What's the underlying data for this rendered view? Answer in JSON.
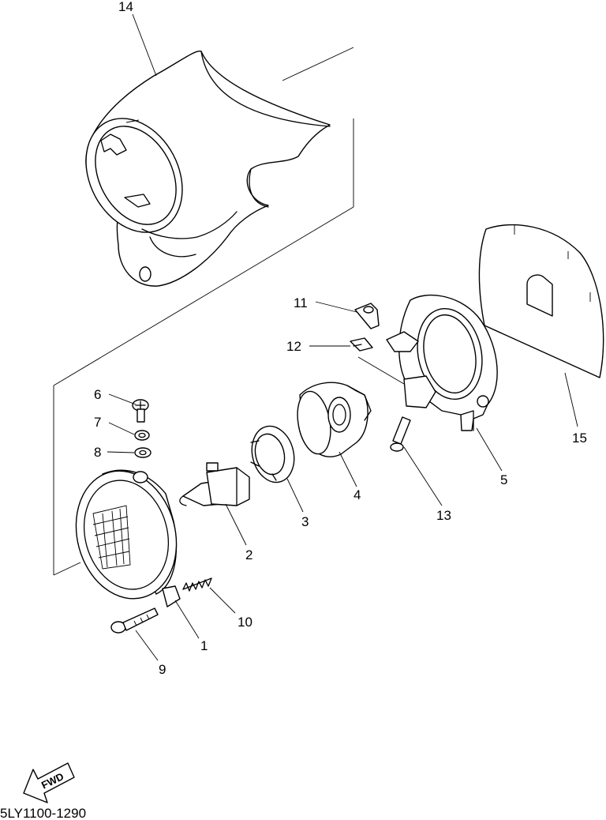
{
  "diagram": {
    "callouts": [
      {
        "id": "c14",
        "number": "14"
      },
      {
        "id": "c11",
        "number": "11"
      },
      {
        "id": "c12",
        "number": "12"
      },
      {
        "id": "c6",
        "number": "6"
      },
      {
        "id": "c7",
        "number": "7"
      },
      {
        "id": "c8",
        "number": "8"
      },
      {
        "id": "c2",
        "number": "2"
      },
      {
        "id": "c3",
        "number": "3"
      },
      {
        "id": "c4",
        "number": "4"
      },
      {
        "id": "c13",
        "number": "13"
      },
      {
        "id": "c5",
        "number": "5"
      },
      {
        "id": "c15",
        "number": "15"
      },
      {
        "id": "c10",
        "number": "10"
      },
      {
        "id": "c1",
        "number": "1"
      },
      {
        "id": "c9",
        "number": "9"
      }
    ],
    "fwd_label": "FWD",
    "drawing_code": "5LY1100-1290"
  }
}
